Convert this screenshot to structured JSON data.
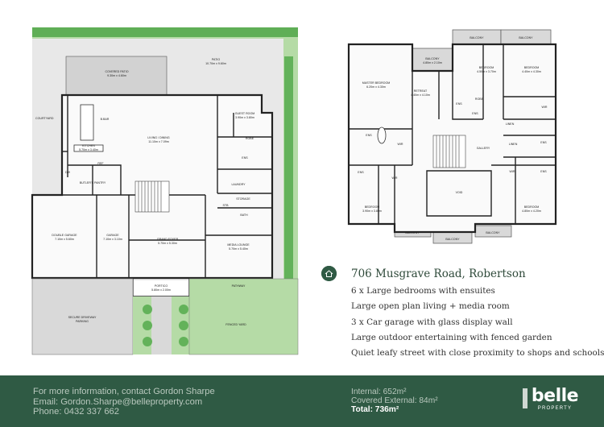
{
  "ground_floor_labels": {
    "courtyard": "COURTYARD",
    "covered_patio": "COVERED PATIO",
    "covered_patio_dims": "9.30m x 4.60m",
    "patio": "PATIO",
    "patio_dims": "10.70m x 9.60m",
    "bbar": "B.BAR",
    "kitchen": "KITCHEN",
    "kitchen_dims": "5.70m x 3.40m",
    "living": "LIVING / DINING",
    "living_dims": "11.10m x 7.09m",
    "guest_room": "GUEST ROOM",
    "guest_room_dims": "3.90m x 3.80m",
    "robe": "ROBE",
    "ens": "ENS",
    "ref": "REF",
    "dw": "DW",
    "butlers_pantry": "BUTLER'S PANTRY",
    "laundry": "LAUNDRY",
    "storage": "STORAGE",
    "bath": "BATH",
    "stb": "STB",
    "double_garage": "DOUBLE GARAGE",
    "double_garage_dims": "7.10m x 5.60m",
    "garage": "GARAGE",
    "garage_dims": "7.10m x 3.10m",
    "grand_foyer": "GRAND FOYER",
    "grand_foyer_dims": "5.70m x 5.30m",
    "media_lounge": "MEDIA LOUNGE",
    "media_lounge_dims": "5.70m x 5.40m",
    "portico": "PORTICO",
    "portico_dims": "5.80m x 2.00m",
    "pathway": "PATHWAY",
    "secure_driveway": "SECURE DRIVEWAY",
    "parking": "PARKING",
    "fenced_yard": "FENCED YARD"
  },
  "upper_floor_labels": {
    "balcony": "BALCONY",
    "balcony_top_dims": "4.80m x 2.10m",
    "master_bedroom": "MASTER BEDROOM",
    "master_bedroom_dims": "6.20m x 4.30m",
    "retreat": "RETREAT",
    "retreat_dims": "4.40m x 4.10m",
    "bedroom": "BEDROOM",
    "bedroom_a_dims": "4.50m x 3.70m",
    "bedroom_b_dims": "4.40m x 4.30m",
    "bedroom_c_dims": "3.90m x 3.80m",
    "bedroom_d_dims": "4.80m x 4.20m",
    "robe": "ROBE",
    "ens": "ENS",
    "wir": "WIR",
    "linen": "LINEN",
    "gallery": "GALLERY",
    "void": "VOID"
  },
  "listing": {
    "address": "706 Musgrave Road, Robertson",
    "features": [
      "6 x Large bedrooms with ensuites",
      "Large open plan living + media room",
      "3 x Car garage with glass display wall",
      "Large outdoor entertaining with fenced garden",
      "Quiet leafy street with close proximity to shops and schools"
    ]
  },
  "footer": {
    "contact_line": "For more information, contact Gordon Sharpe",
    "email_line": "Email: Gordon.Sharpe@belleproperty.com",
    "phone_line": "Phone: 0432 337 662",
    "internal": "Internal: 652m²",
    "covered_external": "Covered External: 84m²",
    "total": "Total: 736m²",
    "brand": "belle",
    "brand_sub": "PROPERTY"
  },
  "colors": {
    "brand_green": "#2f5a44",
    "lawn": "#b5dba6",
    "hedge": "#63b25a",
    "paving": "#d9d9d9"
  }
}
